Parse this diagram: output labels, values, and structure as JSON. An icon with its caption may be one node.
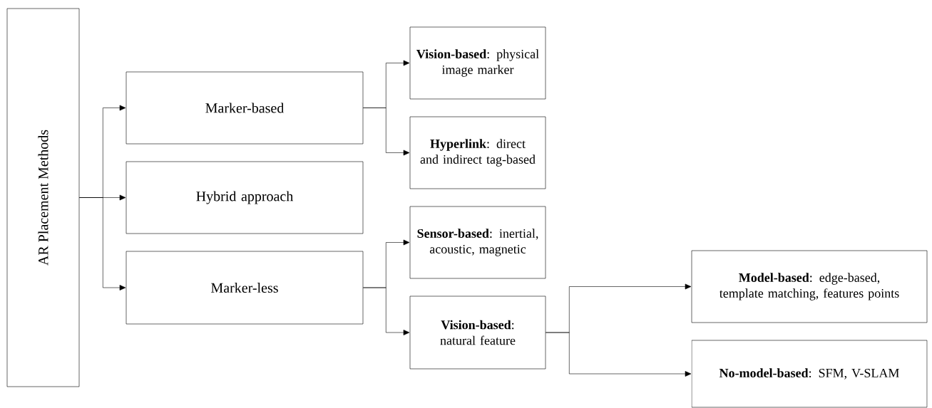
{
  "diagram": {
    "nodes": [
      {
        "text": [
          "AR Placement Methods"
        ]
      },
      {
        "text": [
          "Marker-based"
        ]
      },
      {
        "text": [
          "Hybrid approach"
        ]
      },
      {
        "text": [
          "Marker-less"
        ]
      },
      {
        "text": [
          "**Vision-based**: physical image marker"
        ]
      },
      {
        "text": [
          "**Hyperlink**: direct and indirect tag-based"
        ]
      },
      {
        "text": [
          "**Sensor-based**: inertial, acoustic, magnetic"
        ]
      },
      {
        "text": [
          "**Vision-based**: natural feature"
        ]
      },
      {
        "text": [
          "**Model-based**: edge-based, template matching, features points"
        ]
      },
      {
        "text": [
          "**No-model-based**: SFM, V-SLAM"
        ]
      }
    ],
    "edges": [
      {
        "from": 0,
        "to": 1,
        "arrow": "to"
      },
      {
        "from": 0,
        "to": 2,
        "arrow": "to"
      },
      {
        "from": 0,
        "to": 3,
        "arrow": "to"
      },
      {
        "from": 1,
        "to": 4,
        "arrow": "to"
      },
      {
        "from": 1,
        "to": 5,
        "arrow": "to"
      },
      {
        "from": 3,
        "to": 6,
        "arrow": "to"
      },
      {
        "from": 3,
        "to": 7,
        "arrow": "to"
      },
      {
        "from": 7,
        "to": 8,
        "arrow": "to"
      },
      {
        "from": 7,
        "to": 9,
        "arrow": "to"
      }
    ]
  }
}
